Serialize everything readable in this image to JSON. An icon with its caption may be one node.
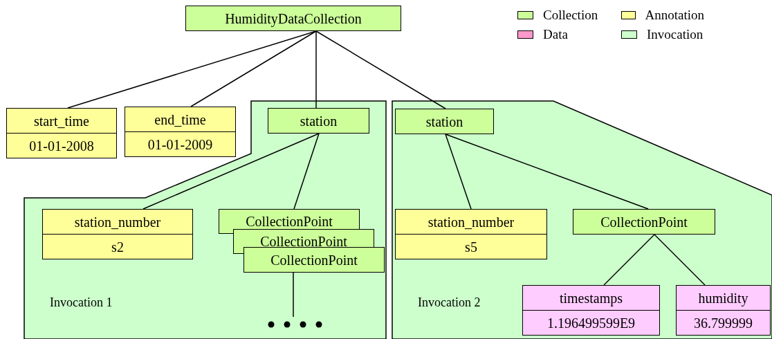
{
  "diagram": {
    "nodes": [
      {
        "text": [
          "HumidityDataCollection"
        ]
      },
      {
        "text": [
          "start_time",
          "01-01-2008"
        ]
      },
      {
        "text": [
          "end_time",
          "01-01-2009"
        ]
      },
      {
        "text": [
          "Invocation 1"
        ]
      },
      {
        "text": [
          "station"
        ],
        "in": 3
      },
      {
        "text": [
          "station_number",
          "s2"
        ],
        "in": 3
      },
      {
        "text": [
          "CollectionPoint"
        ],
        "in": 3
      },
      {
        "text": [
          "CollectionPoint"
        ],
        "in": 3
      },
      {
        "text": [
          "CollectionPoint"
        ],
        "in": 3
      },
      {
        "text": [],
        "shape": "dots",
        "in": 3
      },
      {
        "text": [
          "Invocation 2"
        ]
      },
      {
        "text": [
          "station"
        ],
        "in": 10
      },
      {
        "text": [
          "station_number",
          "s5"
        ],
        "in": 10
      },
      {
        "text": [
          "CollectionPoint"
        ],
        "in": 10
      },
      {
        "text": [
          "timestamps",
          "1.196499599E9"
        ],
        "in": 10
      },
      {
        "text": [
          "humidity",
          "36.799999"
        ],
        "in": 10
      }
    ],
    "edges": [
      {
        "from": 0,
        "to": 1,
        "arrow": "none"
      },
      {
        "from": 0,
        "to": 2,
        "arrow": "none"
      },
      {
        "from": 0,
        "to": 4,
        "arrow": "none"
      },
      {
        "from": 0,
        "to": 11,
        "arrow": "none"
      },
      {
        "from": 4,
        "to": 5,
        "arrow": "none"
      },
      {
        "from": 4,
        "to": 6,
        "arrow": "none"
      },
      {
        "from": 8,
        "to": 9,
        "arrow": "none"
      },
      {
        "from": 11,
        "to": 12,
        "arrow": "none"
      },
      {
        "from": 11,
        "to": 13,
        "arrow": "none"
      },
      {
        "from": 13,
        "to": 14,
        "arrow": "none"
      },
      {
        "from": 13,
        "to": 15,
        "arrow": "none"
      }
    ],
    "legend": [
      {
        "text": "Collection",
        "color": "#ccff99"
      },
      {
        "text": "Annotation",
        "color": "#ffff99"
      },
      {
        "text": "Data",
        "color": "#ff99cc"
      },
      {
        "text": "Invocation",
        "color": "#ccffcc"
      }
    ]
  }
}
